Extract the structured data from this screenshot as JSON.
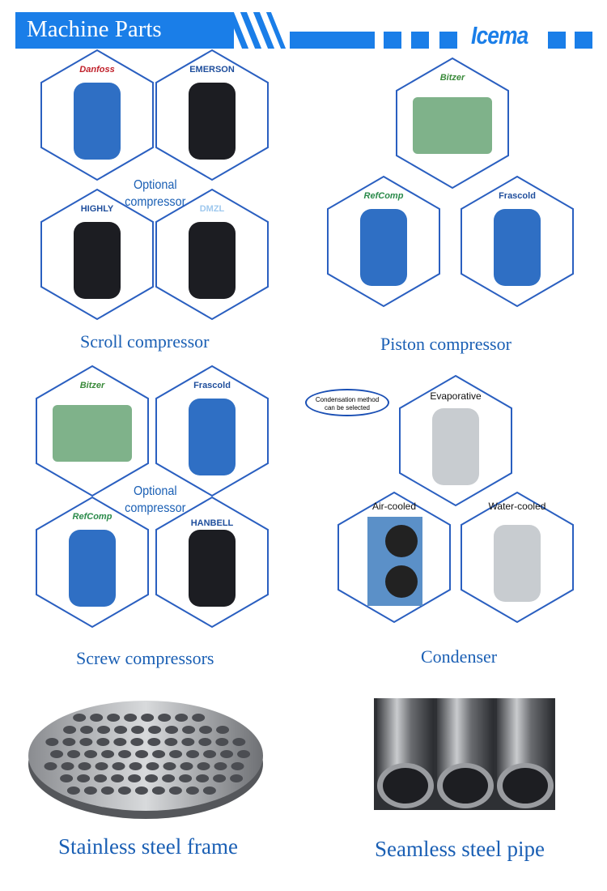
{
  "header": {
    "title": "Machine Parts",
    "logo": "Icema",
    "accent_color": "#1a7ee8"
  },
  "scroll": {
    "caption": "Scroll compressor",
    "optional": [
      "Optional",
      "compressor"
    ],
    "brands": [
      "Danfoss",
      "EMERSON",
      "HIGHLY",
      "DMZL"
    ]
  },
  "piston": {
    "caption": "Piston compressor",
    "brands": [
      "Bitzer",
      "RefComp",
      "Frascold"
    ]
  },
  "screw": {
    "caption": "Screw compressors",
    "optional": [
      "Optional",
      "compressor"
    ],
    "brands": [
      "Bitzer",
      "Frascold",
      "RefComp",
      "HANBELL"
    ]
  },
  "condenser": {
    "caption": "Condenser",
    "bubble": [
      "Condensation method",
      "can be selected"
    ],
    "types": [
      "Evaporative",
      "Air-cooled",
      "Water-cooled"
    ]
  },
  "frame": {
    "caption": "Stainless steel frame"
  },
  "pipe": {
    "caption": "Seamless steel pipe"
  }
}
